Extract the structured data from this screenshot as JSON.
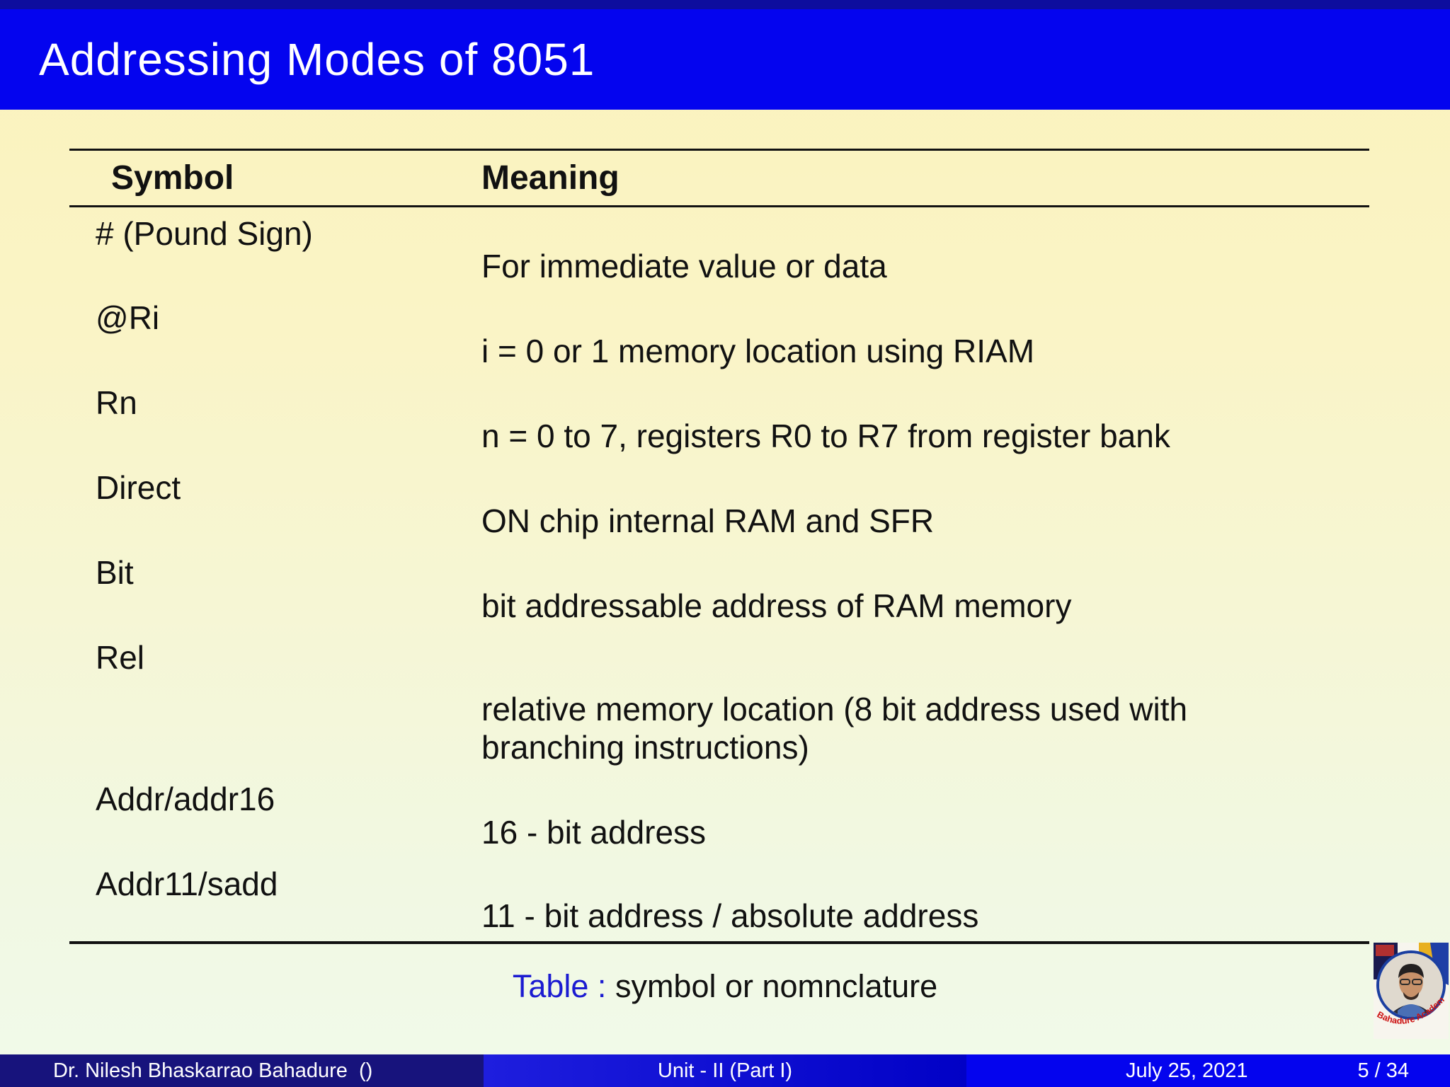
{
  "slide": {
    "title": "Addressing Modes of 8051",
    "caption": {
      "label": "Table :",
      "text": " symbol or nomnclature"
    }
  },
  "table": {
    "headers": {
      "symbol": "Symbol",
      "meaning": "Meaning"
    },
    "rows": [
      {
        "symbol": "# (Pound Sign)",
        "meaning": "For immediate value or data"
      },
      {
        "symbol": "@Ri",
        "meaning": "i = 0 or 1 memory location using RIAM"
      },
      {
        "symbol": "Rn",
        "meaning": "n = 0 to 7, registers R0 to R7 from register bank"
      },
      {
        "symbol": "Direct",
        "meaning": "ON chip internal RAM and SFR"
      },
      {
        "symbol": "Bit",
        "meaning": "bit addressable address of RAM memory"
      },
      {
        "symbol": "Rel",
        "meaning": "relative memory location (8 bit address used with branching instructions)"
      },
      {
        "symbol": "Addr/addr16",
        "meaning": "16 - bit address"
      },
      {
        "symbol": "Addr11/sadd",
        "meaning": "11 - bit address / absolute address"
      }
    ]
  },
  "footer": {
    "author": "Dr. Nilesh Bhaskarrao Bahadure  ()",
    "unit": "Unit - II (Part I)",
    "date": "July 25, 2021",
    "page": "5 / 34"
  },
  "logo": {
    "arc_text": "Bahadure Academy of Learning"
  },
  "colors": {
    "title_bar": "#0404EF",
    "top_strip": "#0D0D9E",
    "footer_author_bg": "#17137C",
    "footer_unit_bg": "#1111D2",
    "footer_date_bg": "#0404EE",
    "caption_accent": "#1B1BD1",
    "background_top": "#FBF2BC",
    "background_bottom": "#F1FAEA",
    "logo_arc_text": "#CC1111"
  }
}
